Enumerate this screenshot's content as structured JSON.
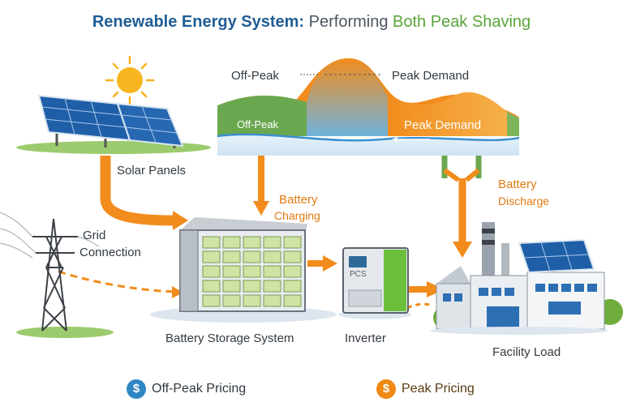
{
  "title": {
    "part1": "Renewable Energy System:",
    "part2": " Performing ",
    "part3": "Both Peak Shaving"
  },
  "demand_curve": {
    "label_offpeak_top": "Off-Peak",
    "label_peak_top": "Peak Demand",
    "label_offpeak_band": "Off-Peak",
    "label_peak_band": "Peak Demand"
  },
  "components": {
    "solar": "Solar Panels",
    "grid_line1": "Grid",
    "grid_line2": "Connection",
    "battery_charging_line1": "Battery",
    "battery_charging_line2": "Charging",
    "battery_discharge_line1": "Battery",
    "battery_discharge_line2": "Discharge",
    "battery_storage": "Battery Storage System",
    "inverter": "Inverter",
    "inverter_tag": "PCS",
    "facility": "Facility Load"
  },
  "legend": {
    "symbol": "$",
    "offpeak": "Off-Peak Pricing",
    "peak": "Peak Pricing"
  },
  "colors": {
    "offpeak_green": "#6aa84f",
    "peak_orange": "#f28c1c",
    "sky_blue": "#6fb3dd",
    "dollar_blue": "#2f86c4",
    "dollar_orange": "#f08a12",
    "title_blue": "#1f5d95"
  }
}
